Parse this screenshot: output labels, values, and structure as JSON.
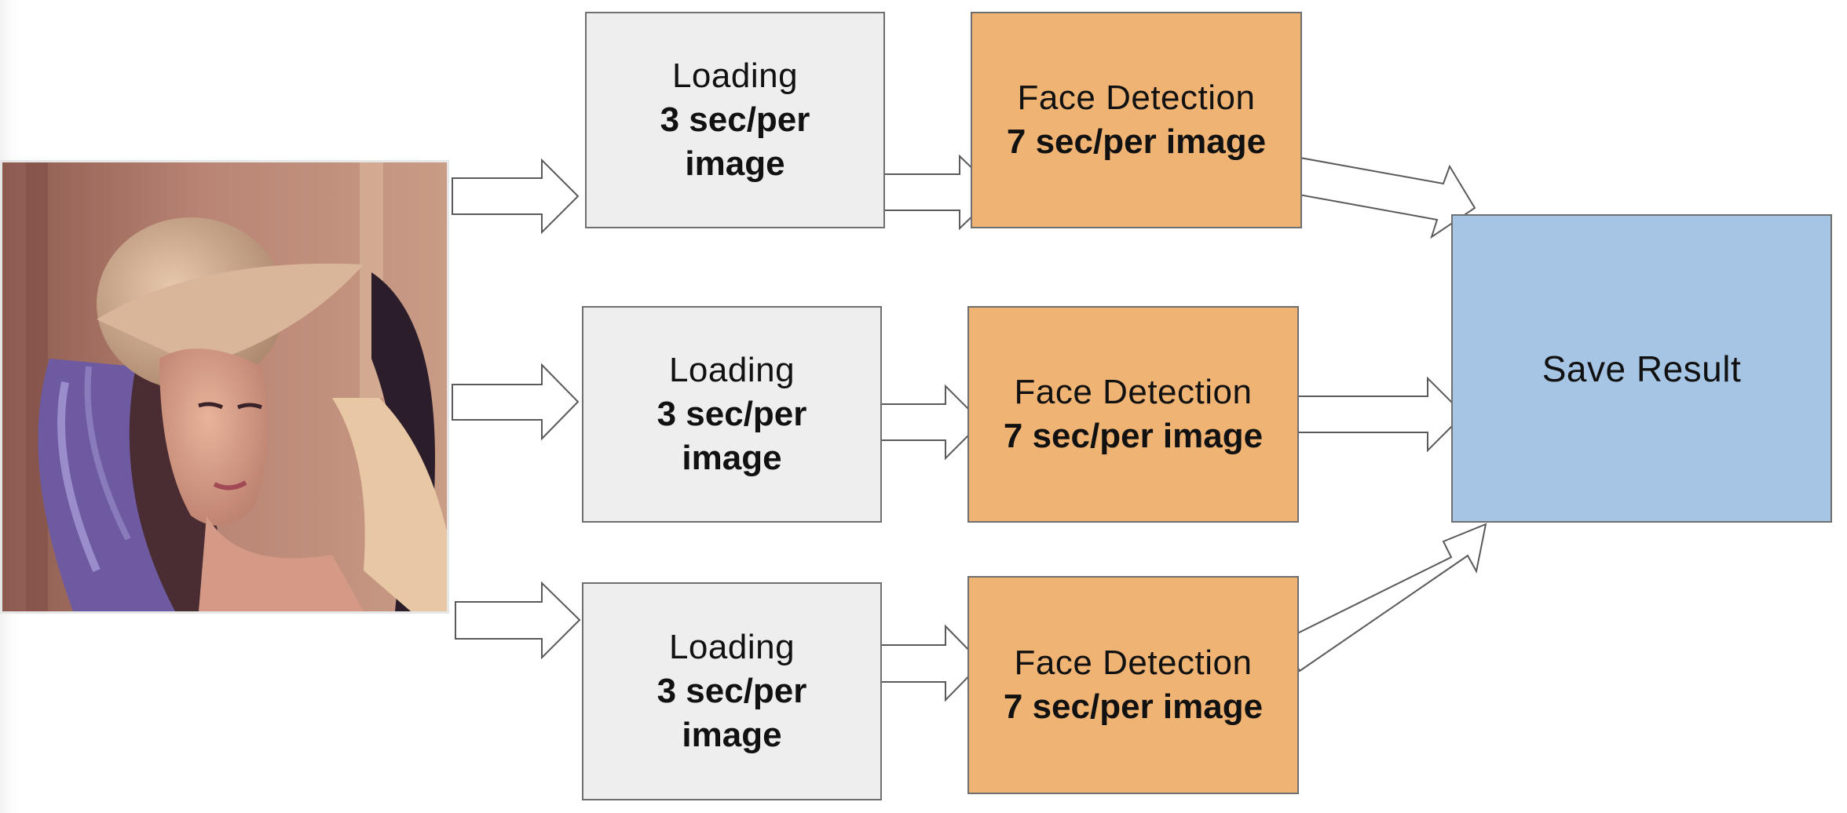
{
  "diagram": {
    "rows": [
      {
        "loading": {
          "title": "Loading",
          "detail": "3 sec/per image"
        },
        "detection": {
          "title": "Face Detection",
          "detail": "7 sec/per image"
        }
      },
      {
        "loading": {
          "title": "Loading",
          "detail": "3 sec/per image"
        },
        "detection": {
          "title": "Face Detection",
          "detail": "7 sec/per image"
        }
      },
      {
        "loading": {
          "title": "Loading",
          "detail": "3 sec/per image"
        },
        "detection": {
          "title": "Face Detection",
          "detail": "7 sec/per image"
        }
      }
    ],
    "save": {
      "title": "Save Result"
    }
  },
  "colors": {
    "loading_fill": "#eeeeee",
    "detection_fill": "#efb373",
    "save_fill": "#a6c4e4",
    "border": "#6f6f6f"
  }
}
